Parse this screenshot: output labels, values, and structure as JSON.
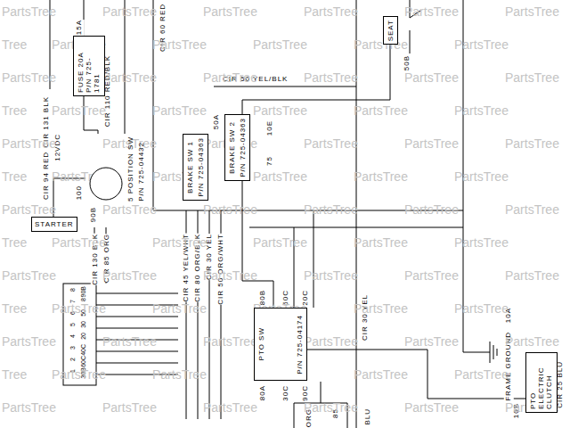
{
  "diagram": {
    "nodes": [
      {
        "text": [
          "FUSE 20A P/N 725-1781"
        ]
      },
      {
        "text": [
          "5 POSITION SW",
          "P/N 725-04432"
        ]
      },
      {
        "text": [
          "STARTER"
        ]
      },
      {
        "text": [
          "SEAT"
        ]
      },
      {
        "text": [
          "BRAKE SW 1",
          "P/N 725-04363"
        ]
      },
      {
        "text": [
          "BRAKE SW 2",
          "P/N 725-04363"
        ]
      },
      {
        "text": [
          "PTO SW",
          "P/N 725-04174"
        ]
      },
      {
        "text": [
          "PTO ELECTRIC CLUTCH"
        ]
      }
    ],
    "edges": [
      {
        "from": 0,
        "to": 1,
        "arrow": "none"
      },
      {
        "from": 1,
        "to": 2,
        "arrow": "none"
      },
      {
        "from": 3,
        "to": 5,
        "arrow": "none"
      },
      {
        "from": 5,
        "to": 6,
        "arrow": "none"
      },
      {
        "from": 6,
        "to": 7,
        "arrow": "none"
      }
    ],
    "labels": [
      "CIR 60 RED",
      "CIR 110 RED/BLK",
      "CIR 131 BLK",
      "CIR 94 RED",
      "12VDC",
      "115A",
      "100",
      "90B",
      "CIR 50 YEL/BLK",
      "50A",
      "10E",
      "75",
      "CIR 45 YEL/WHT",
      "CIR 80 ORG/BLK",
      "CIR 30 YEL",
      "CIR 50 ORG/WHT",
      "CIR 130 BLK",
      "CIR 85 ORG",
      "1",
      "2",
      "3",
      "4",
      "5",
      "6",
      "7",
      "8",
      "30B",
      "60C",
      "40C",
      "20",
      "30",
      "50",
      "8",
      "90B",
      "80B",
      "50C",
      "20C",
      "80A",
      "30C",
      "90C",
      "CIR 30 YEL",
      "ORG",
      "85",
      "BLU",
      "10A",
      "FRAME GROUND",
      "10B",
      "CIR 25 BLU",
      "50B",
      "PartsTree",
      "PartsTree",
      "PartsTree",
      "PartsTree",
      "PartsTree",
      "PartsTree",
      "Tree",
      "PartsTree",
      "PartsTree",
      "PartsTree",
      "PartsTree",
      "PartsTree",
      "PartsTree",
      "PartsTree",
      "PartsTree",
      "PartsTree",
      "PartsTree",
      "PartsTree",
      "Tree",
      "PartsTree",
      "PartsTree",
      "PartsTree",
      "PartsTree",
      "PartsTree",
      "PartsTree",
      "PartsTree",
      "PartsTree",
      "PartsTree",
      "PartsTree",
      "PartsTree",
      "Tree",
      "PartsTree",
      "PartsTree",
      "PartsTree",
      "PartsTree",
      "PartsTree",
      "PartsTree",
      "PartsTree",
      "PartsTree",
      "PartsTree",
      "PartsTree",
      "PartsTree",
      "Tree",
      "PartsTree",
      "PartsTree",
      "PartsTree",
      "PartsTree",
      "PartsTree",
      "PartsTree",
      "PartsTree",
      "PartsTree",
      "PartsTree",
      "PartsTree",
      "PartsTree",
      "Tree",
      "PartsTree",
      "PartsTree",
      "PartsTree",
      "PartsTree",
      "PartsTree",
      "PartsTree",
      "PartsTree",
      "PartsTree",
      "PartsTree",
      "PartsTree",
      "PartsTree",
      "Tree",
      "PartsTree",
      "PartsTree",
      "PartsTree",
      "PartsTree",
      "PartsTree",
      "PartsTree",
      "PartsTree",
      "PartsTree",
      "PartsTree",
      "PartsTree",
      "PartsTree"
    ]
  }
}
